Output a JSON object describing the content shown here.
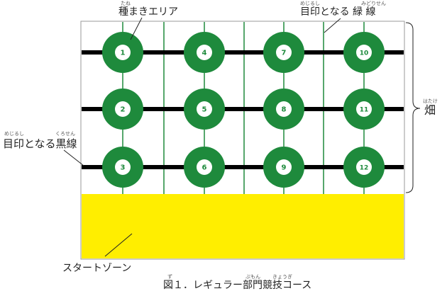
{
  "labels": {
    "seed_area": "種まきエリア",
    "seed_area_ruby": "たね",
    "green_line": "目印となる 緑 線",
    "green_line_ruby_mejirushi": "めじるし",
    "green_line_ruby_midorisen": "みどりせん",
    "field": "畑",
    "field_ruby": "はたけ",
    "black_line": "目印となる黒線",
    "black_line_ruby_mejirushi": "めじるし",
    "black_line_ruby_kurosen": "くろせん",
    "start_zone": "スタートゾーン",
    "caption": "図１．レギュラー部門競技コース",
    "caption_ruby_zu": "ず",
    "caption_ruby_bumon": "ぶもん",
    "caption_ruby_kyougi": "きょうぎ"
  },
  "seed_spots": [
    "1",
    "2",
    "3",
    "4",
    "5",
    "6",
    "7",
    "8",
    "9",
    "10",
    "11",
    "12"
  ],
  "colors": {
    "green": "#1e8a3c",
    "black_line": "#000000",
    "start_zone": "#ffee00",
    "field_border": "#9a9a9a"
  }
}
